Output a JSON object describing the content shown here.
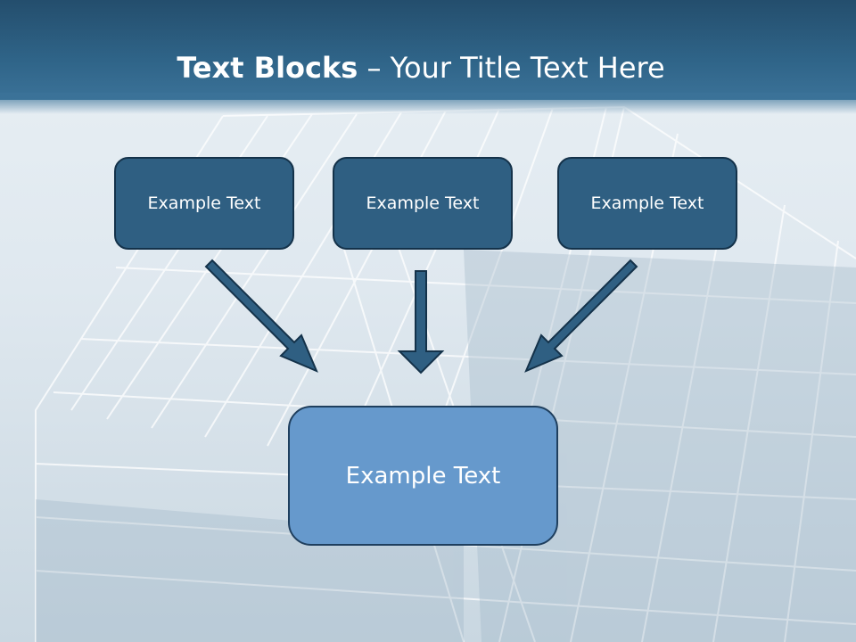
{
  "slide": {
    "title_bold": "Text Blocks",
    "title_separator": "–",
    "title_rest": "Your Title Text Here"
  },
  "blocks": {
    "left": "Example Text",
    "middle": "Example Text",
    "right": "Example Text",
    "main": "Example Text"
  },
  "colors": {
    "title_bar": "#2f6488",
    "block_fill": "#2f5f82",
    "main_block_fill": "#6699cc",
    "arrow": "#2f5f82"
  }
}
